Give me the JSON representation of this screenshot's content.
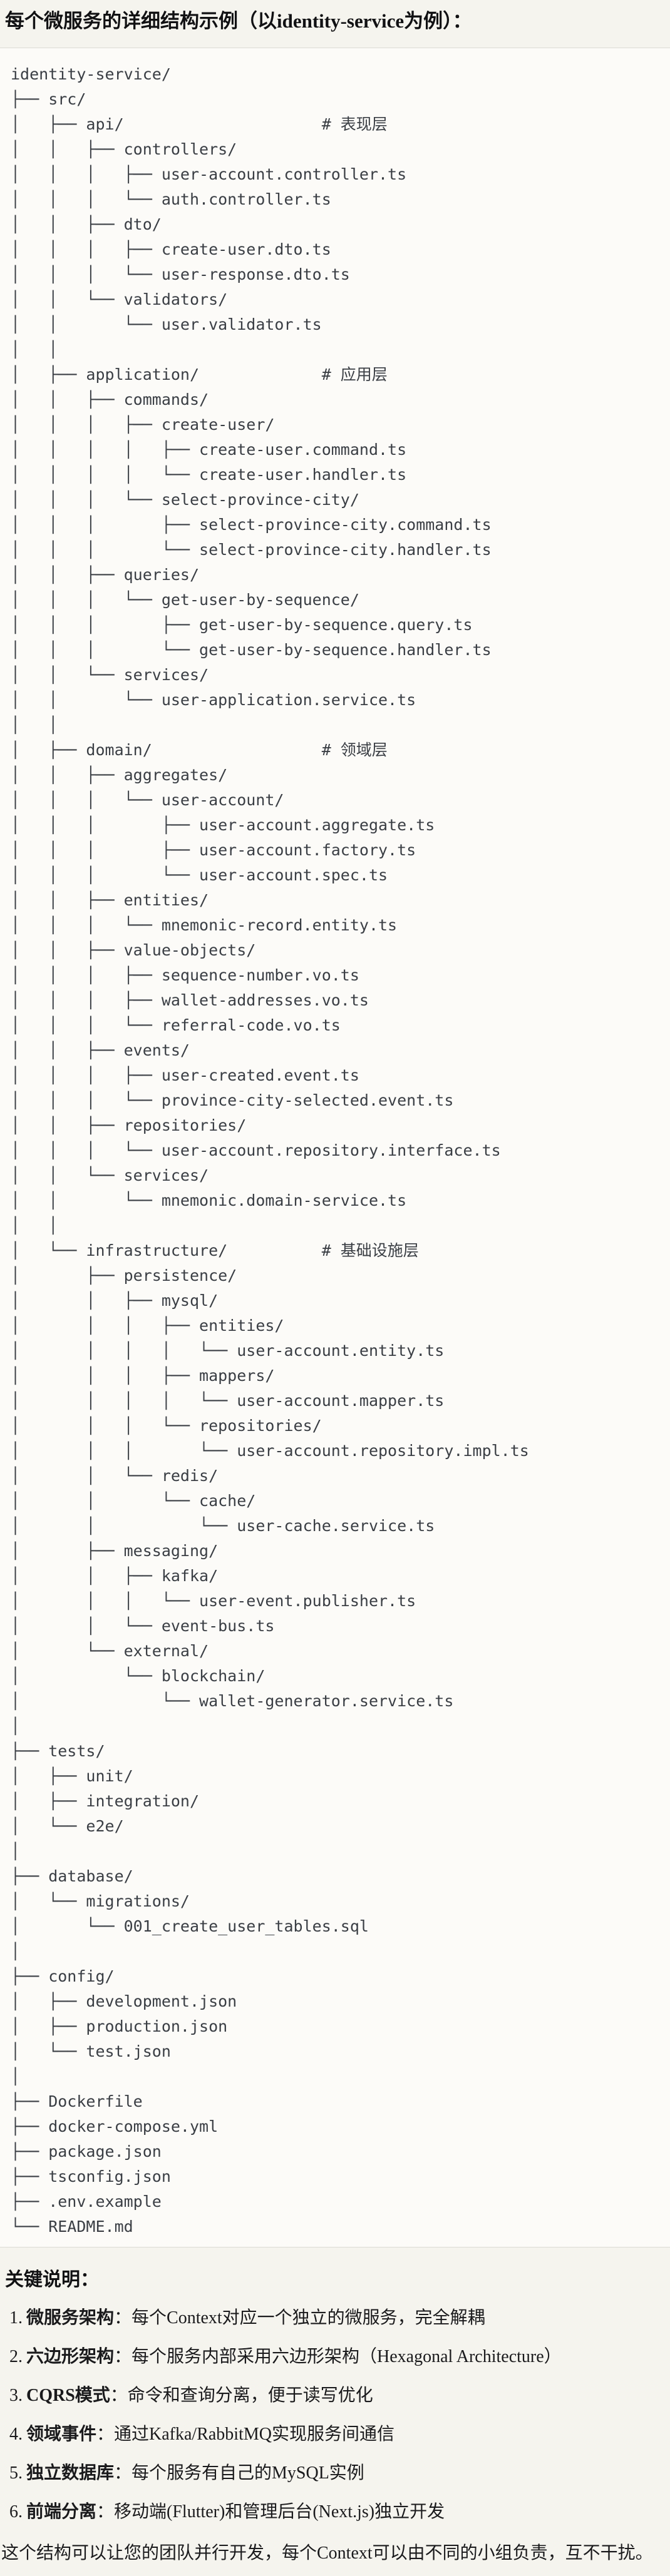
{
  "page": {
    "title": "每个微服务的详细结构示例（以identity-service为例）：",
    "colors": {
      "page_background": "#f5f4ee",
      "code_background": "#fcfbf8",
      "divider": "#dbdad4",
      "code_text": "#3a3e44",
      "body_text": "#1a1a1c"
    }
  },
  "code_block": {
    "lines": [
      "identity-service/",
      "├── src/",
      "│   ├── api/                     # 表现层",
      "│   │   ├── controllers/",
      "│   │   │   ├── user-account.controller.ts",
      "│   │   │   └── auth.controller.ts",
      "│   │   ├── dto/",
      "│   │   │   ├── create-user.dto.ts",
      "│   │   │   └── user-response.dto.ts",
      "│   │   └── validators/",
      "│   │       └── user.validator.ts",
      "│   │",
      "│   ├── application/             # 应用层",
      "│   │   ├── commands/",
      "│   │   │   ├── create-user/",
      "│   │   │   │   ├── create-user.command.ts",
      "│   │   │   │   └── create-user.handler.ts",
      "│   │   │   └── select-province-city/",
      "│   │   │       ├── select-province-city.command.ts",
      "│   │   │       └── select-province-city.handler.ts",
      "│   │   ├── queries/",
      "│   │   │   └── get-user-by-sequence/",
      "│   │   │       ├── get-user-by-sequence.query.ts",
      "│   │   │       └── get-user-by-sequence.handler.ts",
      "│   │   └── services/",
      "│   │       └── user-application.service.ts",
      "│   │",
      "│   ├── domain/                  # 领域层",
      "│   │   ├── aggregates/",
      "│   │   │   └── user-account/",
      "│   │   │       ├── user-account.aggregate.ts",
      "│   │   │       ├── user-account.factory.ts",
      "│   │   │       └── user-account.spec.ts",
      "│   │   ├── entities/",
      "│   │   │   └── mnemonic-record.entity.ts",
      "│   │   ├── value-objects/",
      "│   │   │   ├── sequence-number.vo.ts",
      "│   │   │   ├── wallet-addresses.vo.ts",
      "│   │   │   └── referral-code.vo.ts",
      "│   │   ├── events/",
      "│   │   │   ├── user-created.event.ts",
      "│   │   │   └── province-city-selected.event.ts",
      "│   │   ├── repositories/",
      "│   │   │   └── user-account.repository.interface.ts",
      "│   │   └── services/",
      "│   │       └── mnemonic.domain-service.ts",
      "│   │",
      "│   └── infrastructure/          # 基础设施层",
      "│       ├── persistence/",
      "│       │   ├── mysql/",
      "│       │   │   ├── entities/",
      "│       │   │   │   └── user-account.entity.ts",
      "│       │   │   ├── mappers/",
      "│       │   │   │   └── user-account.mapper.ts",
      "│       │   │   └── repositories/",
      "│       │   │       └── user-account.repository.impl.ts",
      "│       │   └── redis/",
      "│       │       └── cache/",
      "│       │           └── user-cache.service.ts",
      "│       ├── messaging/",
      "│       │   ├── kafka/",
      "│       │   │   └── user-event.publisher.ts",
      "│       │   └── event-bus.ts",
      "│       └── external/",
      "│           └── blockchain/",
      "│               └── wallet-generator.service.ts",
      "│",
      "├── tests/",
      "│   ├── unit/",
      "│   ├── integration/",
      "│   └── e2e/",
      "│",
      "├── database/",
      "│   └── migrations/",
      "│       └── 001_create_user_tables.sql",
      "│",
      "├── config/",
      "│   ├── development.json",
      "│   ├── production.json",
      "│   └── test.json",
      "│",
      "├── Dockerfile",
      "├── docker-compose.yml",
      "├── package.json",
      "├── tsconfig.json",
      "├── .env.example",
      "└── README.md"
    ]
  },
  "notes": {
    "heading": "关键说明：",
    "items": [
      {
        "num": "1.",
        "term": "微服务架构",
        "text": "：每个Context对应一个独立的微服务，完全解耦"
      },
      {
        "num": "2.",
        "term": "六边形架构",
        "text": "：每个服务内部采用六边形架构（Hexagonal Architecture）"
      },
      {
        "num": "3.",
        "term": "CQRS模式",
        "text": "：命令和查询分离，便于读写优化"
      },
      {
        "num": "4.",
        "term": "领域事件",
        "text": "：通过Kafka/RabbitMQ实现服务间通信"
      },
      {
        "num": "5.",
        "term": "独立数据库",
        "text": "：每个服务有自己的MySQL实例"
      },
      {
        "num": "6.",
        "term": "前端分离",
        "text": "：移动端(Flutter)和管理后台(Next.js)独立开发"
      }
    ],
    "footer": "这个结构可以让您的团队并行开发，每个Context可以由不同的小组负责，互不干扰。"
  }
}
